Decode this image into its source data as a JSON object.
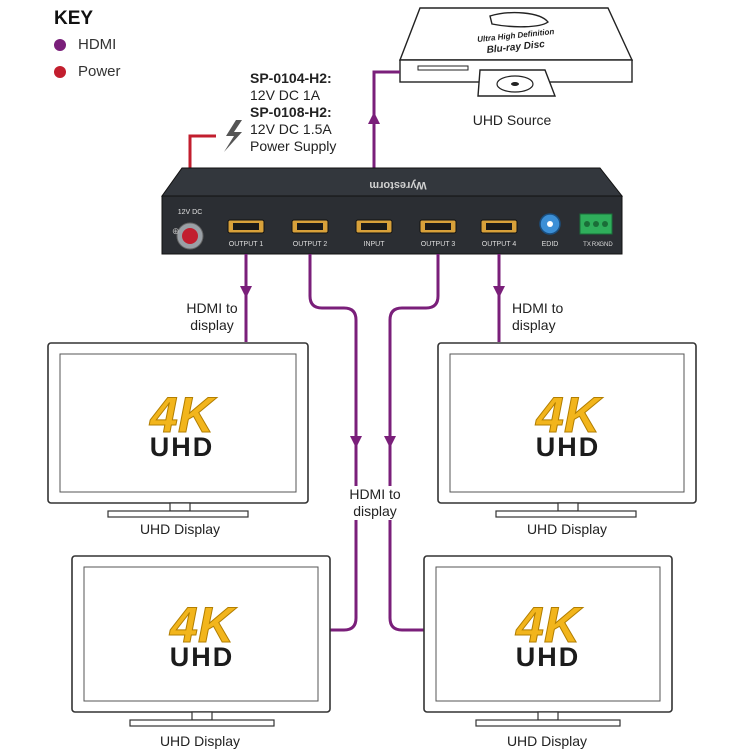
{
  "key": {
    "title": "KEY",
    "items": [
      {
        "label": "HDMI",
        "color": "#7a1f7a"
      },
      {
        "label": "Power",
        "color": "#c21e2e"
      }
    ]
  },
  "power_spec": {
    "model1": "SP-0104-H2:",
    "spec1": "12V DC 1A",
    "model2": "SP-0108-H2:",
    "spec2": "12V DC 1.5A",
    "supply": "Power Supply"
  },
  "source": {
    "label": "UHD Source",
    "disc_line1": "Ultra High Definition",
    "disc_line2": "Blu-ray Disc"
  },
  "device": {
    "brand": "Wyrestorm",
    "power_port": "12V DC",
    "ports": [
      "OUTPUT 1",
      "OUTPUT 2",
      "INPUT",
      "OUTPUT 3",
      "OUTPUT 4"
    ],
    "edid": "EDID",
    "terminal": [
      "TX",
      "RX",
      "GND"
    ]
  },
  "hdmi_labels": {
    "left_line1": "HDMI to",
    "left_line2": "display",
    "right_line1": "HDMI to",
    "right_line2": "display",
    "center_line1": "HDMI to",
    "center_line2": "display"
  },
  "displays": [
    {
      "screen_top": "4K",
      "screen_bottom": "UHD",
      "label": "UHD Display"
    },
    {
      "screen_top": "4K",
      "screen_bottom": "UHD",
      "label": "UHD Display"
    },
    {
      "screen_top": "4K",
      "screen_bottom": "UHD",
      "label": "UHD Display"
    },
    {
      "screen_top": "4K",
      "screen_bottom": "UHD",
      "label": "UHD Display"
    }
  ],
  "colors": {
    "hdmi": "#7a1f7a",
    "power": "#c21e2e",
    "device_body": "#2b2e33",
    "logo_gold": "#f2b51c",
    "logo_dark": "#1c1c1c",
    "terminal_green": "#2fae5b",
    "edid_blue": "#3c8fd6"
  }
}
